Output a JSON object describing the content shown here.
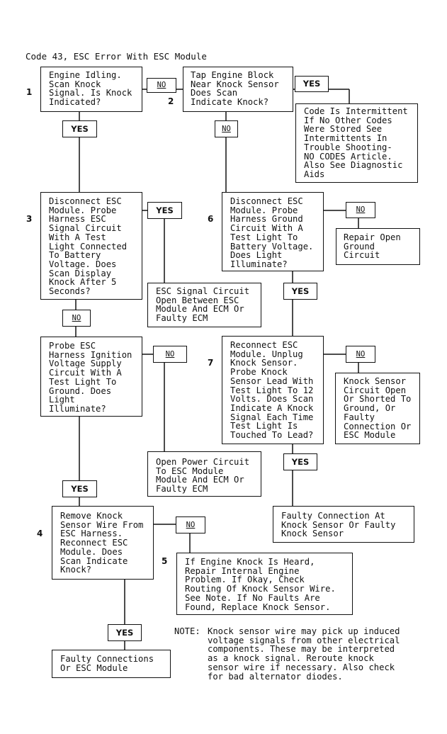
{
  "title": "Code 43, ESC Error With ESC Module",
  "steps": {
    "s1": "1",
    "s2": "2",
    "s3": "3",
    "s4": "4",
    "s5": "5",
    "s6": "6",
    "s7": "7"
  },
  "boxes": {
    "b1": "Engine Idling.\nScan Knock\nSignal. Is Knock\nIndicated?",
    "b2": "Tap Engine Block\nNear Knock Sensor\nDoes Scan\nIndicate Knock?",
    "b_intermittent": "Code Is Intermittent\nIf No Other Codes\nWere Stored See\nIntermittents In\nTrouble Shooting-\nNO CODES Article.\nAlso See Diagnostic\nAids",
    "b3": "Disconnect ESC\nModule. Probe\nHarness ESC\nSignal Circuit\nWith A Test\nLight Connected\nTo Battery\nVoltage. Does\nScan Display\nKnock After 5\nSeconds?",
    "b6": "Disconnect ESC\nModule. Probe\nHarness Ground\nCircuit With A\nTest Light To\nBattery Voltage.\nDoes Light\nIlluminate?",
    "b_repair_ground": "Repair Open\nGround\nCircuit",
    "b_esc_open": "ESC Signal Circuit\nOpen Between ESC\nModule And ECM Or\nFaulty ECM",
    "b_ignition": "Probe ESC\nHarness Ignition\nVoltage Supply\nCircuit With A\nTest Light To\nGround. Does\nLight\nIlluminate?",
    "b7": "Reconnect ESC\nModule. Unplug\nKnock Sensor.\nProbe Knock\nSensor Lead With\nTest Light To 12\nVolts. Does Scan\nIndicate A Knock\nSignal Each Time\nTest Light Is\nTouched To Lead?",
    "b_ks_open": "Knock Sensor\nCircuit Open\nOr Shorted To\nGround, Or\nFaulty\nConnection Or\nESC Module",
    "b_power": "Open Power Circuit\nTo ESC Module\nModule And ECM Or\nFaulty ECM",
    "b_faulty_ks": "Faulty Connection At\nKnock Sensor Or Faulty\nKnock Sensor",
    "b4": "Remove Knock\nSensor Wire From\nESC Harness.\nReconnect ESC\nModule. Does\nScan Indicate\nKnock?",
    "b5": "If Engine Knock Is Heard,\nRepair Internal Engine\nProblem. If Okay, Check\nRouting Of Knock Sensor Wire.\nSee Note. If No Faults Are\nFound, Replace Knock Sensor.",
    "b_faulty_conn": "Faulty Connections\nOr ESC Module"
  },
  "labels": {
    "yes": "YES",
    "no": "NO"
  },
  "note": {
    "prefix": "NOTE:",
    "text": "Knock sensor wire may pick up induced\nvoltage signals from other electrical\ncomponents. These may be interpreted\nas a knock signal. Reroute knock\nsensor wire if necessary. Also check\nfor bad alternator diodes."
  }
}
